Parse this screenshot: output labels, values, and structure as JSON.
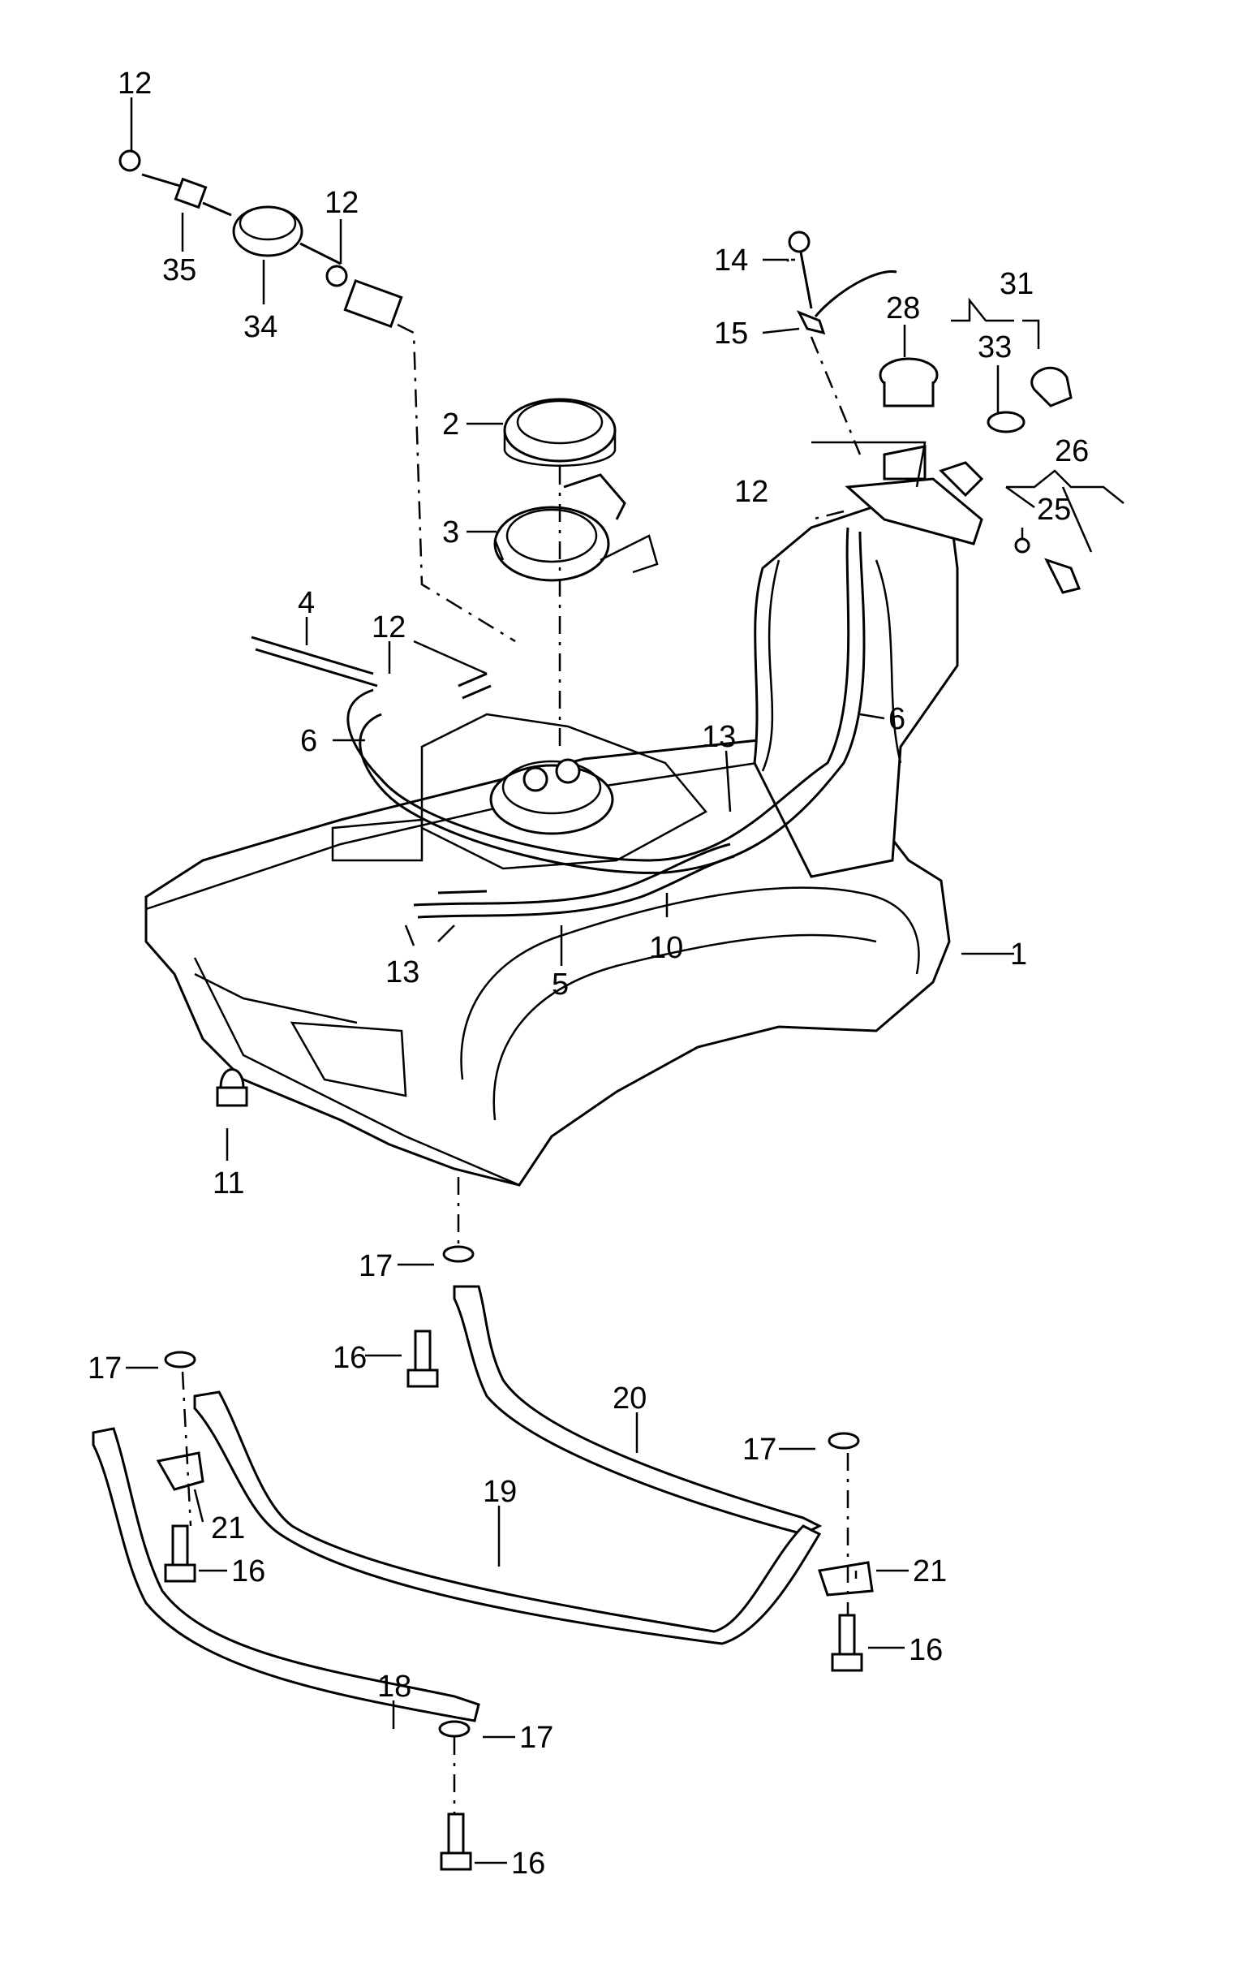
{
  "diagram": {
    "callouts": {
      "c1": "1",
      "c2": "2",
      "c3": "3",
      "c4": "4",
      "c5": "5",
      "c6a": "6",
      "c6b": "6",
      "c10": "10",
      "c11": "11",
      "c12a": "12",
      "c12b": "12",
      "c12c": "12",
      "c12d": "12",
      "c13a": "13",
      "c13b": "13",
      "c14": "14",
      "c15": "15",
      "c16a": "16",
      "c16b": "16",
      "c16c": "16",
      "c16d": "16",
      "c17a": "17",
      "c17b": "17",
      "c17c": "17",
      "c17d": "17",
      "c18": "18",
      "c19": "19",
      "c20": "20",
      "c21a": "21",
      "c21b": "21",
      "c25": "25",
      "c26": "26",
      "c28": "28",
      "c31": "31",
      "c33": "33",
      "c34": "34",
      "c35": "35"
    }
  }
}
